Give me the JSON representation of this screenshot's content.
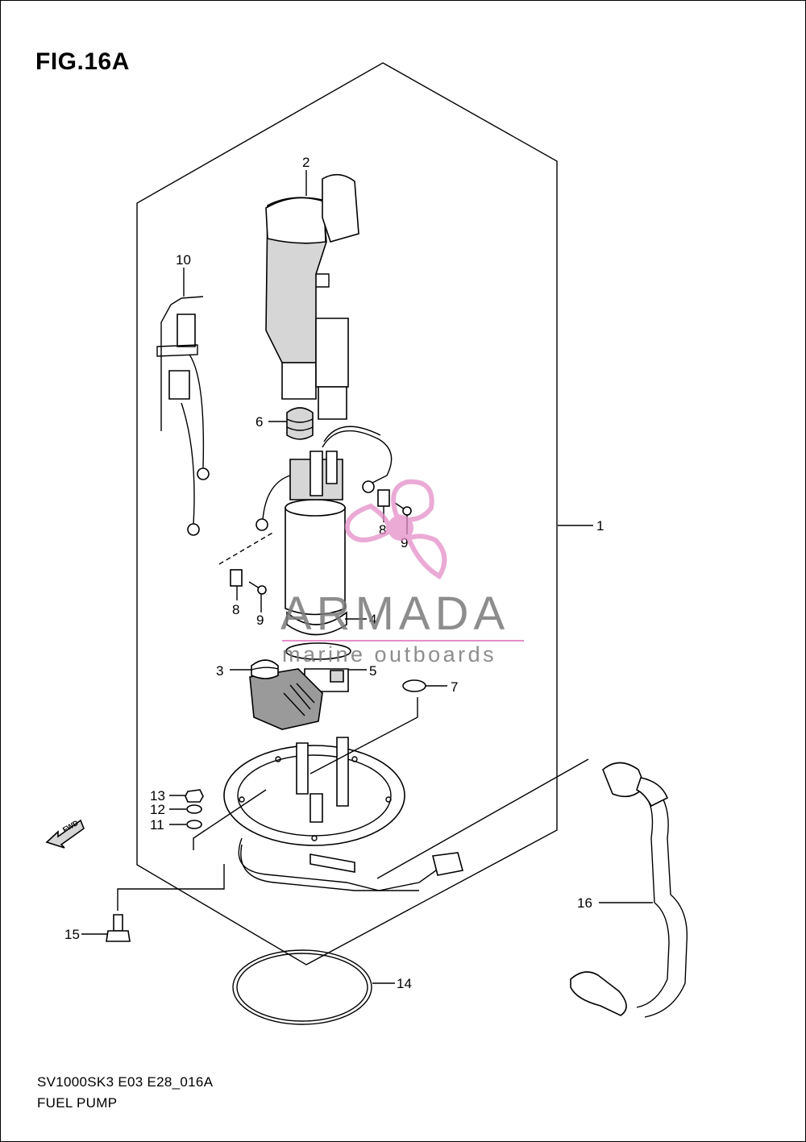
{
  "figure": {
    "title": "FIG.16A",
    "code": "SV1000SK3 E03 E28_016A",
    "name": "FUEL PUMP"
  },
  "callouts": [
    "1",
    "2",
    "3",
    "4",
    "5",
    "6",
    "7",
    "8",
    "9",
    "10",
    "11",
    "12",
    "13",
    "14",
    "15",
    "16",
    "8",
    "9"
  ],
  "direction_badge": "FWD",
  "watermark": {
    "brand": "ARMADA",
    "tagline": "marine outboards",
    "accent_color": "#e58ec8"
  }
}
